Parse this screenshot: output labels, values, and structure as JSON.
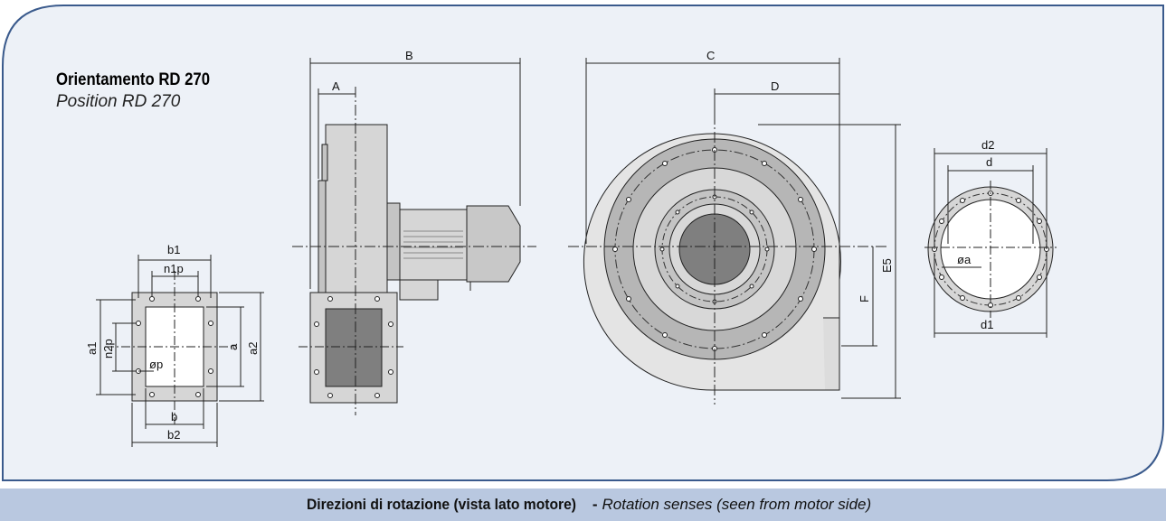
{
  "heading": {
    "bold": "Orientamento RD 270",
    "italic": "Position RD 270"
  },
  "footer": {
    "bold": "Direzioni di rotazione (vista lato motore)",
    "separator": "-",
    "italic": "Rotation senses (seen from motor side)"
  },
  "labels": {
    "a": "a",
    "a1": "a1",
    "a2": "a2",
    "b": "b",
    "b1": "b1",
    "b2": "b2",
    "n1p": "n1p",
    "n2p": "n2p",
    "op": "øp",
    "A": "A",
    "B": "B",
    "C": "C",
    "D": "D",
    "E5": "E5",
    "F": "F",
    "d": "d",
    "d1": "d1",
    "d2": "d2",
    "oa": "øa"
  },
  "colors": {
    "frame_border": "#3a5a8c",
    "panel_fill": "#edf1f7",
    "footer_fill": "#b9c8e0",
    "light_gray": "#d6d6d6",
    "mid_gray": "#b4b4b4",
    "dark_gray": "#808080"
  }
}
